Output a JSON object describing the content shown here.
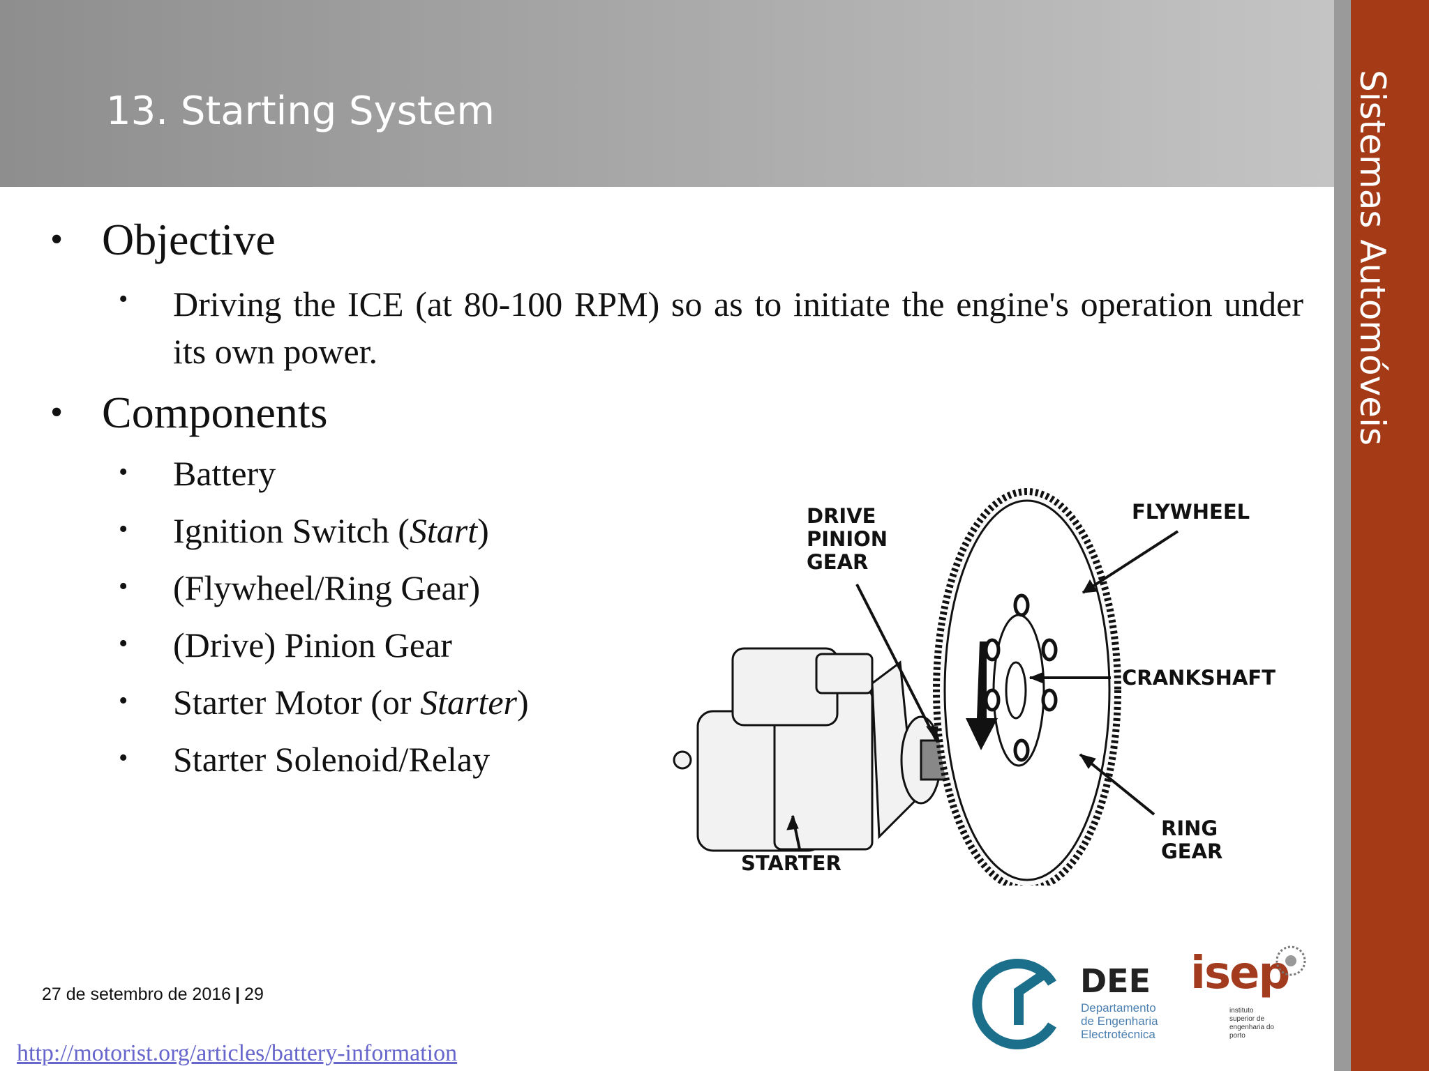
{
  "slide": {
    "title": "13. Starting System",
    "side_title": "Sistemas Automóveis"
  },
  "content": {
    "bullet_char": "•",
    "sub_bullet_char": "•",
    "objective": {
      "heading": "Objective",
      "text": "Driving the ICE (at 80-100 RPM) so as to initiate the engine's operation under its own power."
    },
    "components": {
      "heading": "Components",
      "items": [
        {
          "text": "Battery"
        },
        {
          "prefix": "Ignition Switch (",
          "italic": "Start",
          "suffix": ")"
        },
        {
          "text": "(Flywheel/Ring Gear)"
        },
        {
          "text": "(Drive) Pinion Gear"
        },
        {
          "prefix": "Starter Motor (or ",
          "italic": "Starter",
          "suffix": ")"
        },
        {
          "text": "Starter Solenoid/Relay"
        }
      ]
    }
  },
  "figure": {
    "labels": {
      "drive_pinion_1": "DRIVE",
      "drive_pinion_2": "PINION",
      "drive_pinion_3": "GEAR",
      "flywheel": "FLYWHEEL",
      "crankshaft": "CRANKSHAFT",
      "ring_gear_1": "RING",
      "ring_gear_2": "GEAR",
      "starter": "STARTER"
    }
  },
  "footer": {
    "date": "27 de setembro de 2016",
    "separator": "|",
    "page_number": "29",
    "url": "http://motorist.org/articles/battery-information"
  },
  "logos": {
    "dee_name": "DEE",
    "dee_subtitle": "Departamento\nde Engenharia\nElectrotécnica",
    "isep_name": "isep",
    "isep_subtitle": "instituto\nsuperior de\nengenharia do\nporto"
  },
  "colors": {
    "accent_bar": "#a53a17",
    "header_gray": "#a9a9a9",
    "link": "#6666cc"
  }
}
